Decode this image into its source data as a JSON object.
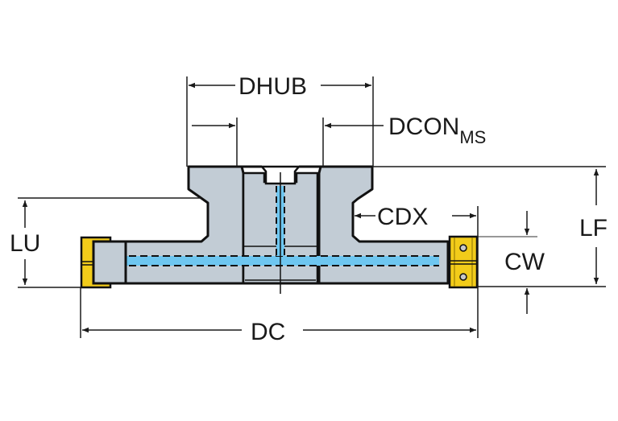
{
  "diagram": {
    "title": "Face milling cutter dimension drawing",
    "labels": {
      "dhub": "DHUB",
      "dcon_main": "DCON",
      "dcon_sub": "MS",
      "cdx": "CDX",
      "lu": "LU",
      "lf": "LF",
      "cw": "CW",
      "dc": "DC"
    },
    "colors": {
      "body": "#c2ccd5",
      "outline": "#111111",
      "coolant": "#6ec6f0",
      "insert": "#f2cc1a",
      "insert_dark": "#c9a200",
      "dimension_line": "#1a1a1a",
      "background": "#ffffff"
    }
  }
}
